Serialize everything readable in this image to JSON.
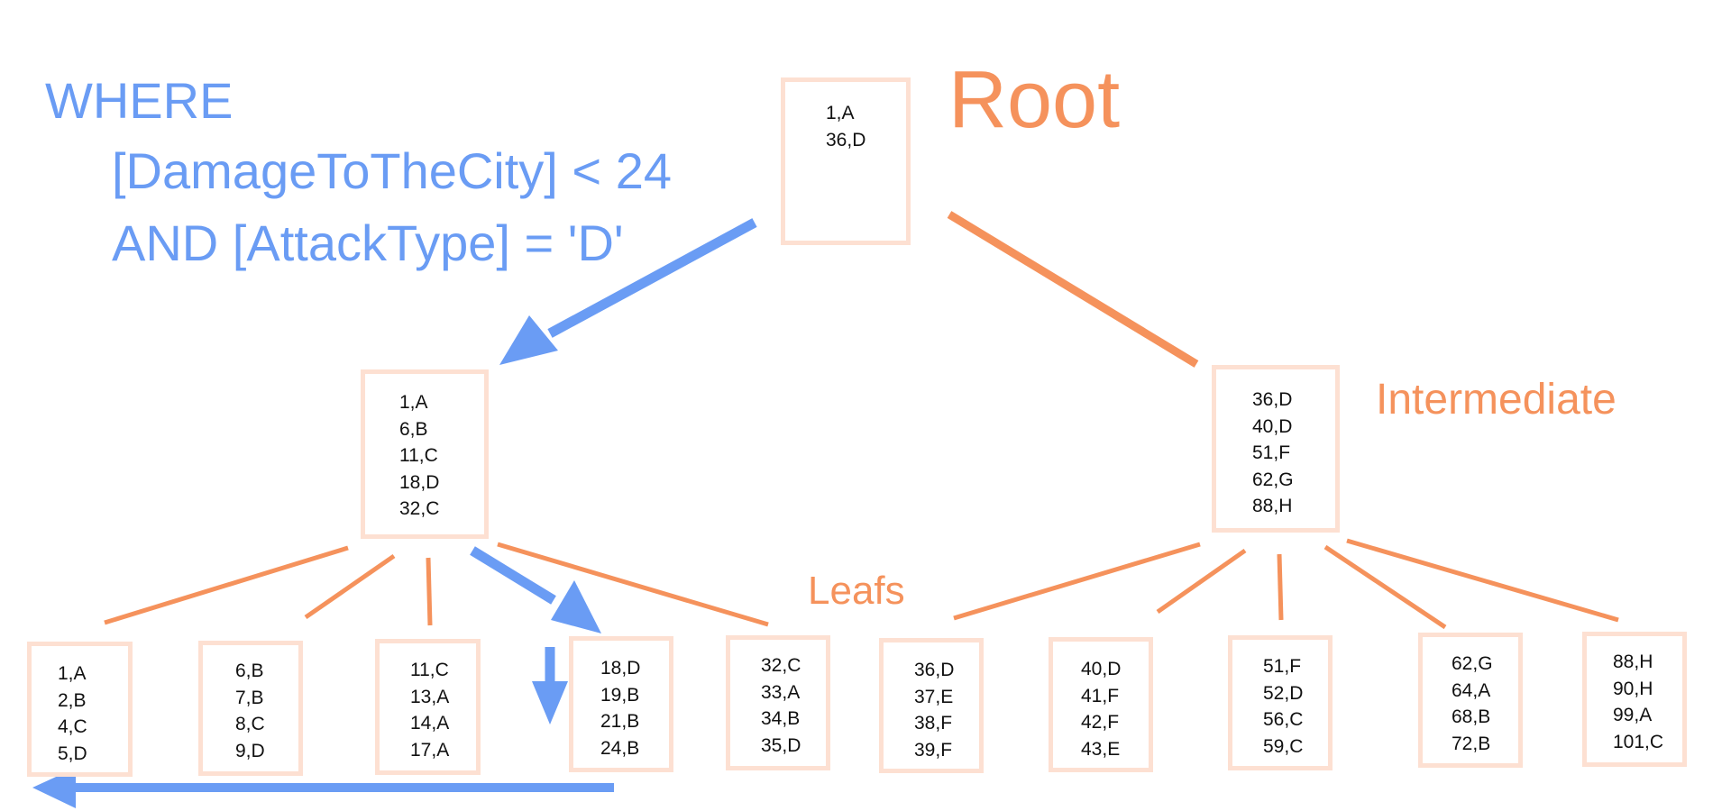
{
  "query": {
    "lines": [
      "WHERE",
      "[DamageToTheCity] < 24",
      "AND [AttackType] = 'D'"
    ]
  },
  "labels": {
    "root": "Root",
    "intermediate": "Intermediate",
    "leafs": "Leafs"
  },
  "colors": {
    "query_blue": "#6a9cf4",
    "tree_orange": "#f5925c",
    "node_border": "#fde0d2"
  },
  "tree": {
    "root": {
      "entries": [
        "1,A",
        "36,D"
      ]
    },
    "intermediate": [
      {
        "entries": [
          "1,A",
          "6,B",
          "11,C",
          "18,D",
          "32,C"
        ]
      },
      {
        "entries": [
          "36,D",
          "40,D",
          "51,F",
          "62,G",
          "88,H"
        ]
      }
    ],
    "leafs": [
      {
        "entries": [
          "1,A",
          "2,B",
          "4,C",
          "5,D"
        ]
      },
      {
        "entries": [
          "6,B",
          "7,B",
          "8,C",
          "9,D"
        ]
      },
      {
        "entries": [
          "11,C",
          "13,A",
          "14,A",
          "17,A"
        ]
      },
      {
        "entries": [
          "18,D",
          "19,B",
          "21,B",
          "24,B"
        ]
      },
      {
        "entries": [
          "32,C",
          "33,A",
          "34,B",
          "35,D"
        ]
      },
      {
        "entries": [
          "36,D",
          "37,E",
          "38,F",
          "39,F"
        ]
      },
      {
        "entries": [
          "40,D",
          "41,F",
          "42,F",
          "43,E"
        ]
      },
      {
        "entries": [
          "51,F",
          "52,D",
          "56,C",
          "59,C"
        ]
      },
      {
        "entries": [
          "62,G",
          "64,A",
          "68,B",
          "72,B"
        ]
      },
      {
        "entries": [
          "88,H",
          "90,H",
          "99,A",
          "101,C"
        ]
      }
    ]
  }
}
